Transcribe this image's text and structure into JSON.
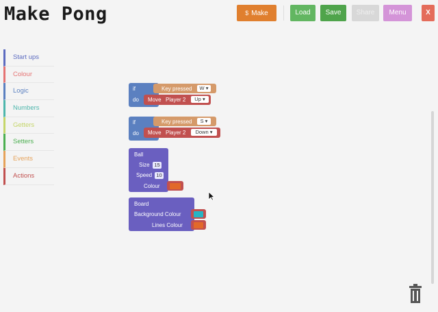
{
  "app": {
    "title": "Make Pong"
  },
  "toolbar": {
    "make_label": "Make",
    "load_label": "Load",
    "save_label": "Save",
    "share_label": "Share",
    "menu_label": "Menu",
    "close_label": "X"
  },
  "sidebar": {
    "items": [
      {
        "label": "Start ups",
        "color": "#5c6bc0"
      },
      {
        "label": "Colour",
        "color": "#e57373"
      },
      {
        "label": "Logic",
        "color": "#5b80c0"
      },
      {
        "label": "Numbers",
        "color": "#4db6ac"
      },
      {
        "label": "Getters",
        "color": "#c5d66a"
      },
      {
        "label": "Setters",
        "color": "#4caf50"
      },
      {
        "label": "Events",
        "color": "#e6a25a"
      },
      {
        "label": "Actions",
        "color": "#c1504f"
      }
    ]
  },
  "blocks": {
    "if1": {
      "if_label": "if",
      "do_label": "do",
      "condition": {
        "label": "Key pressed",
        "key": "W"
      },
      "action": {
        "label": "Move",
        "target": "Player 2",
        "direction": "Up"
      }
    },
    "if2": {
      "if_label": "if",
      "do_label": "do",
      "condition": {
        "label": "Key pressed",
        "key": "S"
      },
      "action": {
        "label": "Move",
        "target": "Player 2",
        "direction": "Down"
      }
    },
    "ball": {
      "title": "Ball",
      "size_label": "Size",
      "size_value": "15",
      "speed_label": "Speed",
      "speed_value": "10",
      "colour_label": "Colour",
      "colour_value": "#e2692a"
    },
    "board": {
      "title": "Board",
      "bg_label": "Background Colour",
      "bg_value": "#26b5c4",
      "lines_label": "Lines Colour",
      "lines_value": "#e2692a"
    }
  }
}
